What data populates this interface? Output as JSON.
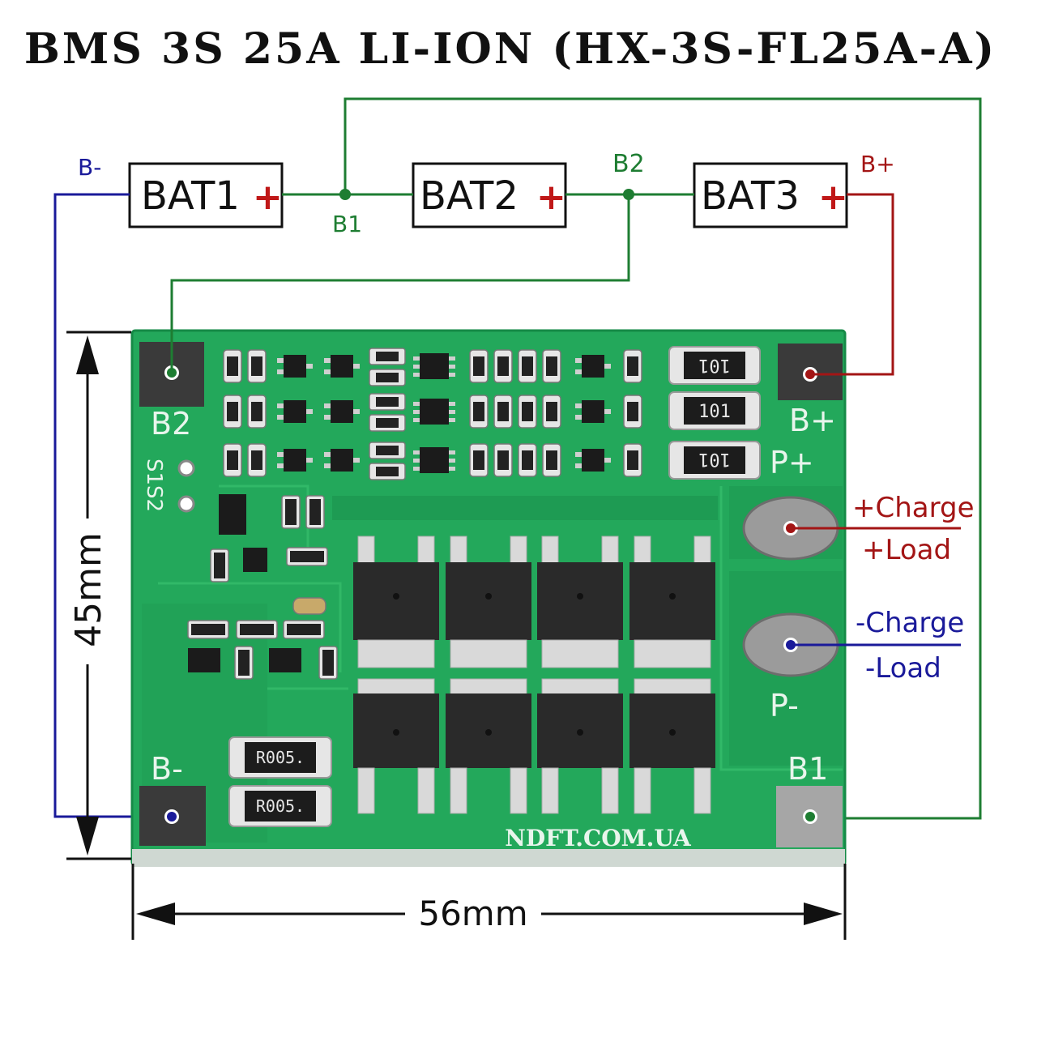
{
  "title": "BMS 3S 25A LI-ION (HX-3S-FL25A-A)",
  "colors": {
    "wire_green": "#1e7d32",
    "wire_red": "#a31515",
    "wire_blue": "#1a1a9a",
    "pcb": "#22a85a",
    "pcb_dark": "#17864a",
    "pad": "#3a3a3a",
    "text": "#111111"
  },
  "batteries": [
    {
      "label": "BAT1",
      "plus": "+"
    },
    {
      "label": "BAT2",
      "plus": "+"
    },
    {
      "label": "BAT3",
      "plus": "+"
    }
  ],
  "nodes": {
    "b_minus": "B-",
    "b1": "B1",
    "b2": "B2",
    "b_plus": "B+"
  },
  "board": {
    "silk_b2": "B2",
    "silk_bplus": "B+",
    "silk_pplus": "P+",
    "silk_pminus": "P-",
    "silk_bminus": "B-",
    "silk_b1": "B1",
    "silk_s1s2": "S1S2",
    "resistor_101": "101",
    "resistor_r005": "R005.",
    "brand": "NDFT.COM.UA"
  },
  "terminals": {
    "charge_plus": "+Charge",
    "load_plus": "+Load",
    "charge_minus": "-Charge",
    "load_minus": "-Load"
  },
  "dimensions": {
    "height": "45mm",
    "width": "56mm"
  }
}
